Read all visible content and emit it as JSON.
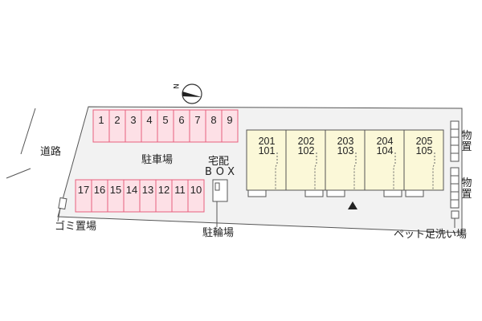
{
  "labels": {
    "road": "道路",
    "parking": "駐車場",
    "delivery_line1": "宅配",
    "delivery_line2": "BOX",
    "bicycle": "駐輪場",
    "garbage": "ゴミ置場",
    "pet_wash": "ペット足洗い場",
    "storage": "物置",
    "compass_n": "N"
  },
  "parking_top": [
    "1",
    "2",
    "3",
    "4",
    "5",
    "6",
    "7",
    "8",
    "9"
  ],
  "parking_bottom": [
    "17",
    "16",
    "15",
    "14",
    "13",
    "12",
    "11",
    "10"
  ],
  "units": [
    {
      "top": "201",
      "bottom": "101"
    },
    {
      "top": "202",
      "bottom": "102"
    },
    {
      "top": "203",
      "bottom": "103"
    },
    {
      "top": "204",
      "bottom": "104"
    },
    {
      "top": "205",
      "bottom": "105"
    }
  ],
  "colors": {
    "lot": "#f2f2f2",
    "parking_fill": "#fde0e6",
    "parking_stroke": "#e8607e",
    "building_fill": "#fbf8d8",
    "outline": "#555555"
  }
}
